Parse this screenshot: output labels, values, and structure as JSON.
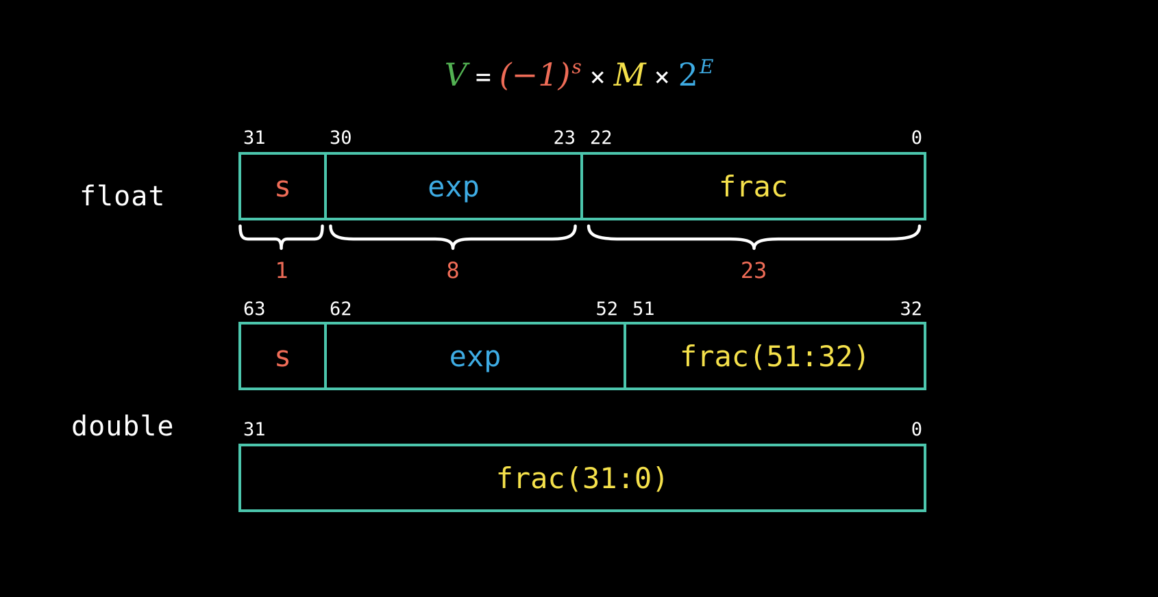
{
  "colors": {
    "background": "#000000",
    "box_border": "#4cc6ad",
    "sign": "#ef6c57",
    "exponent": "#3eace4",
    "fraction": "#f5e14b",
    "value_symbol": "#52b152",
    "text": "#ffffff"
  },
  "formula": {
    "value_symbol": "V",
    "equals": "=",
    "neg_one": "(−1)",
    "sign_sup": "s",
    "times_1": "×",
    "mantissa": "M",
    "times_2": "×",
    "base": "2",
    "exponent_sup": "E"
  },
  "float_row": {
    "label": "float",
    "bit_labels": [
      "31",
      "30",
      "23",
      "22",
      "0"
    ],
    "cells": [
      {
        "text": "s"
      },
      {
        "text": "exp"
      },
      {
        "text": "frac"
      }
    ],
    "width_labels": [
      "1",
      "8",
      "23"
    ]
  },
  "double_row": {
    "label": "double",
    "upper_bit_labels": [
      "63",
      "62",
      "52",
      "51",
      "32"
    ],
    "upper_cells": [
      {
        "text": "s"
      },
      {
        "text": "exp"
      },
      {
        "text": "frac(51:32)"
      }
    ],
    "lower_bit_labels": [
      "31",
      "0"
    ],
    "lower_cells": [
      {
        "text": "frac(31:0)"
      }
    ]
  }
}
